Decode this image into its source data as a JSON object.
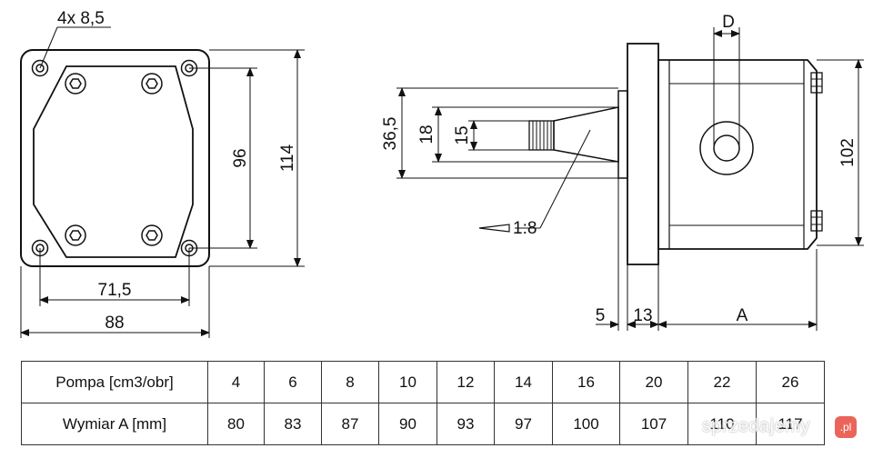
{
  "drawing": {
    "front_view": {
      "holes_label": "4x 8,5",
      "inner_height": "96",
      "outer_height": "114",
      "inner_width": "71,5",
      "outer_width": "88"
    },
    "side_view": {
      "d_label": "D",
      "dim_36_5": "36,5",
      "dim_18": "18",
      "dim_15": "15",
      "taper": "1:8",
      "dim_102": "102",
      "dim_5": "5",
      "dim_13": "13",
      "dim_a": "A"
    }
  },
  "table": {
    "row1_label": "Pompa [cm3/obr]",
    "row2_label": "Wymiar A [mm]",
    "pump_sizes": [
      "4",
      "6",
      "8",
      "10",
      "12",
      "14",
      "16",
      "20",
      "22",
      "26"
    ],
    "a_values": [
      "80",
      "83",
      "87",
      "90",
      "93",
      "97",
      "100",
      "107",
      "110",
      "117"
    ]
  },
  "watermark": {
    "text": "sprzedajemy",
    "suffix": ".pl"
  }
}
